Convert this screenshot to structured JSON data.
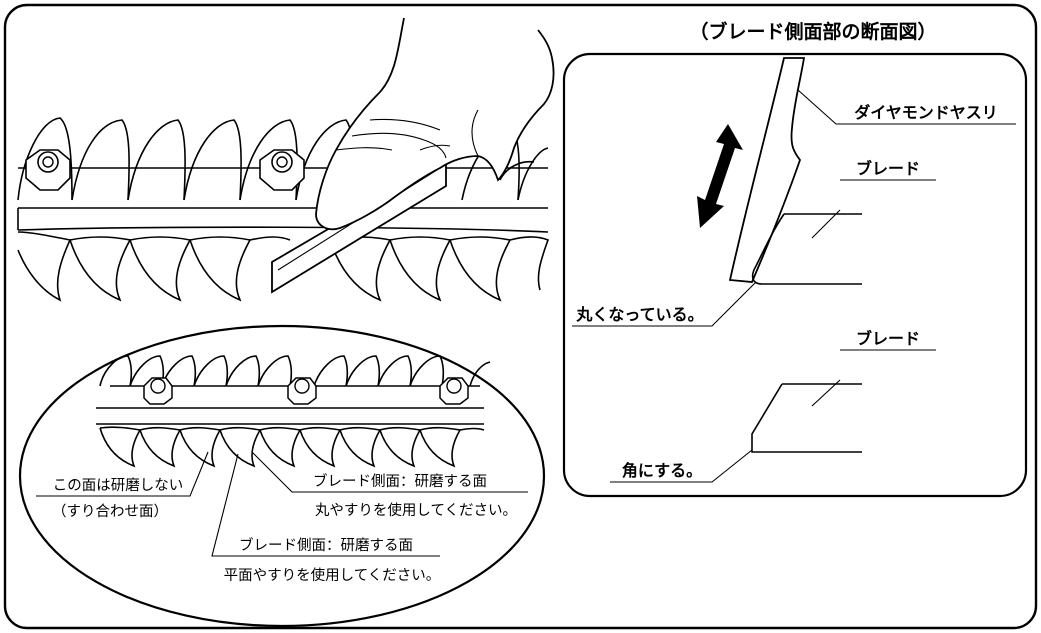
{
  "title": "（ブレード側面部の断面図）",
  "cross_section": {
    "file_label": "ダイヤモンドヤスリ",
    "blade_label_top": "ブレード",
    "rounded_label": "丸くなっている。",
    "blade_label_bottom": "ブレード",
    "corner_label": "角にする。"
  },
  "detail": {
    "no_grind_line1": "この面は研磨しない",
    "no_grind_line2": "（すり合わせ面）",
    "side_round_line1": "ブレード側面：研磨する面",
    "side_round_line2": "丸やすりを使用してください。",
    "side_flat_line1": "ブレード側面：研磨する面",
    "side_flat_line2": "平面やすりを使用してください。"
  }
}
